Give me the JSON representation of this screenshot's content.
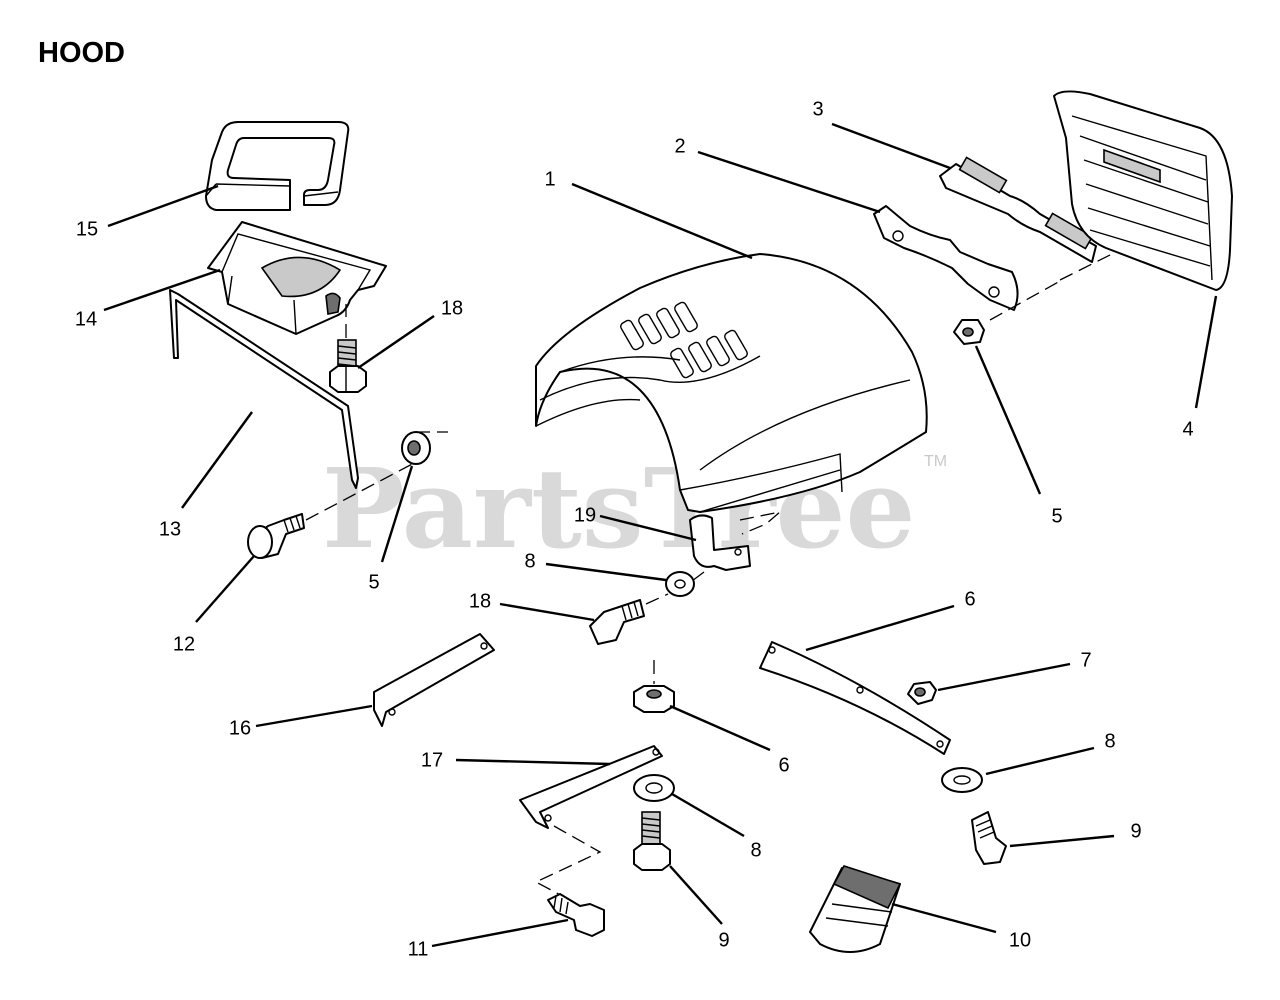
{
  "title": "HOOD",
  "watermark": {
    "text": "PartsTree",
    "trademark": "TM"
  },
  "callouts": [
    {
      "id": "c1",
      "label": "1"
    },
    {
      "id": "c2",
      "label": "2"
    },
    {
      "id": "c3",
      "label": "3"
    },
    {
      "id": "c4",
      "label": "4"
    },
    {
      "id": "c5a",
      "label": "5"
    },
    {
      "id": "c5b",
      "label": "5"
    },
    {
      "id": "c6a",
      "label": "6"
    },
    {
      "id": "c6b",
      "label": "6"
    },
    {
      "id": "c7",
      "label": "7"
    },
    {
      "id": "c8a",
      "label": "8"
    },
    {
      "id": "c8b",
      "label": "8"
    },
    {
      "id": "c8c",
      "label": "8"
    },
    {
      "id": "c9a",
      "label": "9"
    },
    {
      "id": "c9b",
      "label": "9"
    },
    {
      "id": "c10",
      "label": "10"
    },
    {
      "id": "c11",
      "label": "11"
    },
    {
      "id": "c12",
      "label": "12"
    },
    {
      "id": "c13",
      "label": "13"
    },
    {
      "id": "c14",
      "label": "14"
    },
    {
      "id": "c15",
      "label": "15"
    },
    {
      "id": "c16",
      "label": "16"
    },
    {
      "id": "c17",
      "label": "17"
    },
    {
      "id": "c18a",
      "label": "18"
    },
    {
      "id": "c18b",
      "label": "18"
    },
    {
      "id": "c19",
      "label": "19"
    }
  ]
}
